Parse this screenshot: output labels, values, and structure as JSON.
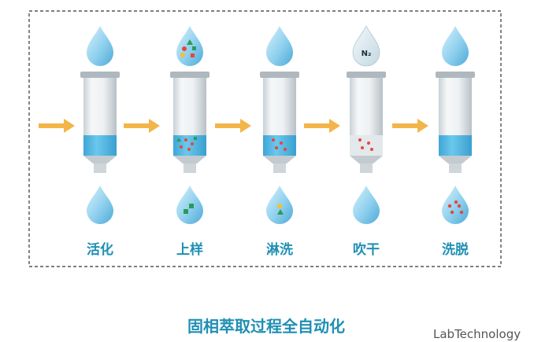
{
  "steps": [
    {
      "label": "活化",
      "top_drop": "plain",
      "bottom_drop": "plain"
    },
    {
      "label": "上样",
      "top_drop": "mixture",
      "bottom_drop": "green-square"
    },
    {
      "label": "淋洗",
      "top_drop": "plain",
      "bottom_drop": "yellow-green"
    },
    {
      "label": "吹干",
      "top_drop": "nitrogen",
      "bottom_drop": "plain"
    },
    {
      "label": "洗脱",
      "top_drop": "plain",
      "bottom_drop": "red-dots"
    }
  ],
  "nitrogen_label": "N₂",
  "title": "固相萃取过程全自动化",
  "watermark": "LabTechnology",
  "colors": {
    "title": "#1f8fb4",
    "arrow": "#f3b54a",
    "liquid": "#5fbfe6",
    "drop": "#8fd0ee",
    "red_particle": "#e5473c",
    "green_particle": "#2c9a5a",
    "yellow_particle": "#f2c12e"
  }
}
